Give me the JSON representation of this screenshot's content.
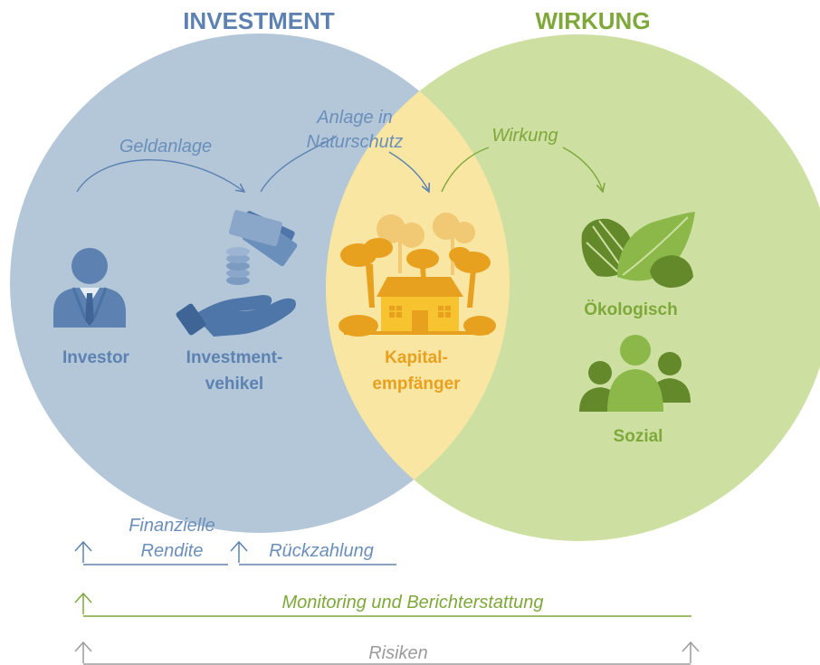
{
  "headings": {
    "investment": "INVESTMENT",
    "impact": "WIRKUNG"
  },
  "flows": {
    "geldanlage": "Geldanlage",
    "anlage_line1": "Anlage in",
    "anlage_line2": "Naturschutz",
    "wirkung": "Wirkung"
  },
  "actors": {
    "investor": "Investor",
    "vehicle_line1": "Investment-",
    "vehicle_line2": "vehikel",
    "recipient_line1": "Kapital-",
    "recipient_line2": "empfänger"
  },
  "outcomes": {
    "ecological": "Ökologisch",
    "social": "Sozial"
  },
  "returns": {
    "financial_line1": "Finanzielle",
    "financial_line2": "Rendite",
    "repayment": "Rückzahlung",
    "monitoring": "Monitoring und Berichterstattung",
    "risks": "Risiken"
  },
  "colors": {
    "investment_circle": "#b3c7d9",
    "impact_circle": "#cde0a1",
    "overlap": "#f9e6a2",
    "investment_text": "#5d82b1",
    "impact_text": "#7ea83a",
    "recipient": "#e7a11f",
    "risk_grey": "#9b9b9b"
  },
  "icons": {
    "investor": "businessman-icon",
    "vehicle": "money-hand-icon",
    "recipient": "forest-house-icon",
    "ecological": "leaves-icon",
    "social": "people-group-icon"
  }
}
